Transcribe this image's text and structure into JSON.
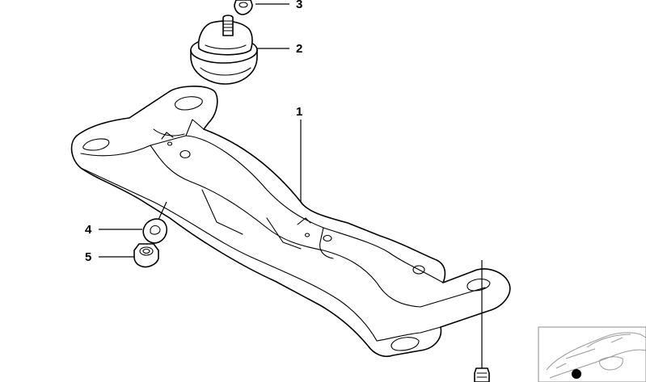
{
  "diagram": {
    "callouts": [
      {
        "id": "crossmember",
        "label": "1"
      },
      {
        "id": "mount",
        "label": "2"
      },
      {
        "id": "top-nut",
        "label": "3"
      },
      {
        "id": "washer",
        "label": "4"
      },
      {
        "id": "lower-nut",
        "label": "5"
      }
    ]
  },
  "colors": {
    "line": "#000000",
    "background": "#ffffff"
  }
}
